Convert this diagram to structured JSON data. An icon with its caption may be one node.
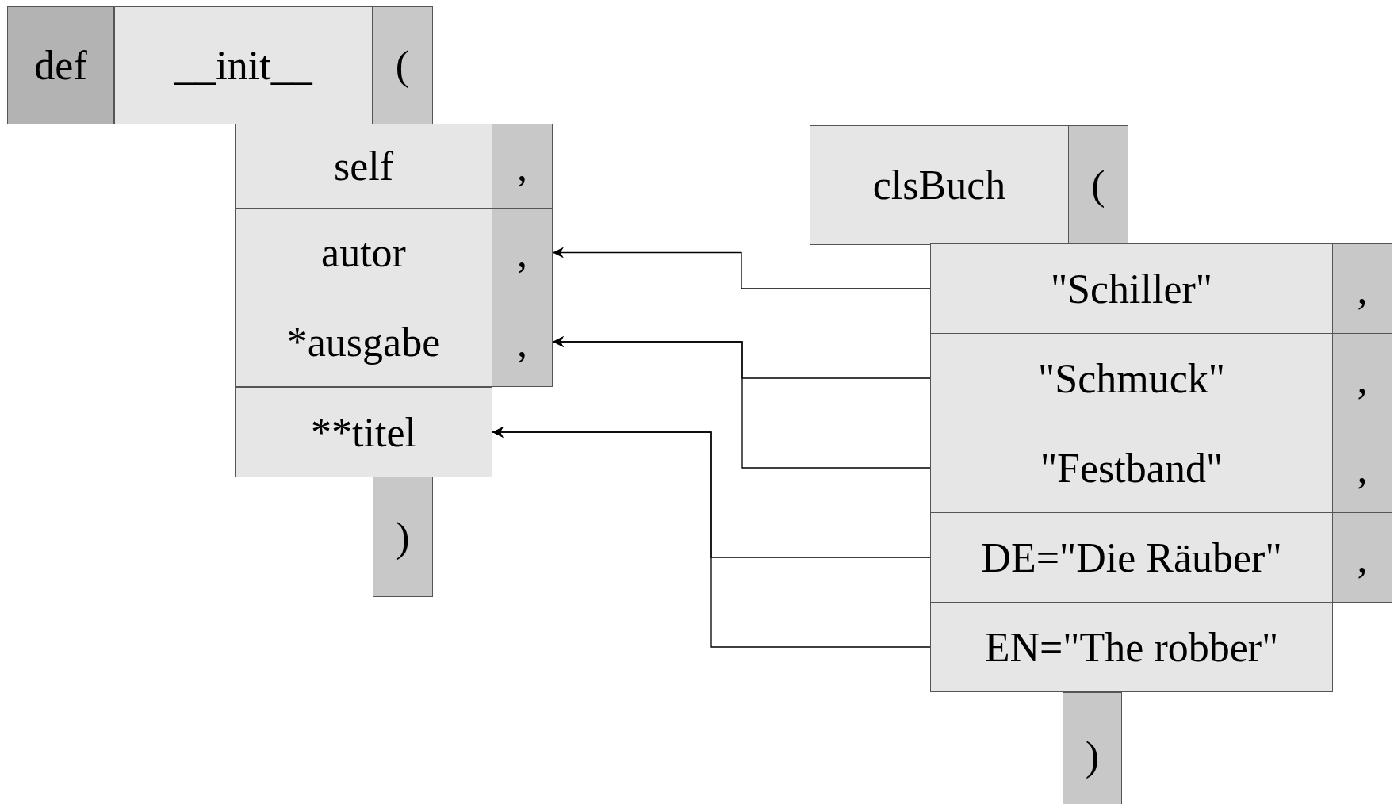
{
  "diagram": {
    "nodes": [
      {
        "text": [
          "def"
        ]
      },
      {
        "text": [
          "__init__"
        ]
      },
      {
        "text": [
          "("
        ]
      },
      {
        "text": [
          "self"
        ]
      },
      {
        "text": [
          ","
        ]
      },
      {
        "text": [
          "autor"
        ]
      },
      {
        "text": [
          ","
        ]
      },
      {
        "text": [
          "*ausgabe"
        ]
      },
      {
        "text": [
          ","
        ]
      },
      {
        "text": [
          "**titel"
        ]
      },
      {
        "text": [
          ")"
        ]
      },
      {
        "text": [
          "clsBuch"
        ]
      },
      {
        "text": [
          "("
        ]
      },
      {
        "text": [
          "\"Schiller\""
        ]
      },
      {
        "text": [
          ","
        ]
      },
      {
        "text": [
          "\"Schmuck\""
        ]
      },
      {
        "text": [
          ","
        ]
      },
      {
        "text": [
          "\"Festband\""
        ]
      },
      {
        "text": [
          ","
        ]
      },
      {
        "text": [
          "DE=\"Die Räuber\""
        ]
      },
      {
        "text": [
          ","
        ]
      },
      {
        "text": [
          "EN=\"The robber\""
        ]
      },
      {
        "text": [
          ")"
        ]
      }
    ],
    "edges": [
      {
        "from": 13,
        "to": 6,
        "arrow": "to"
      },
      {
        "from": 15,
        "to": 8,
        "arrow": "to"
      },
      {
        "from": 17,
        "to": 8,
        "arrow": "to"
      },
      {
        "from": 19,
        "to": 9,
        "arrow": "to"
      },
      {
        "from": 21,
        "to": 9,
        "arrow": "to"
      }
    ]
  }
}
